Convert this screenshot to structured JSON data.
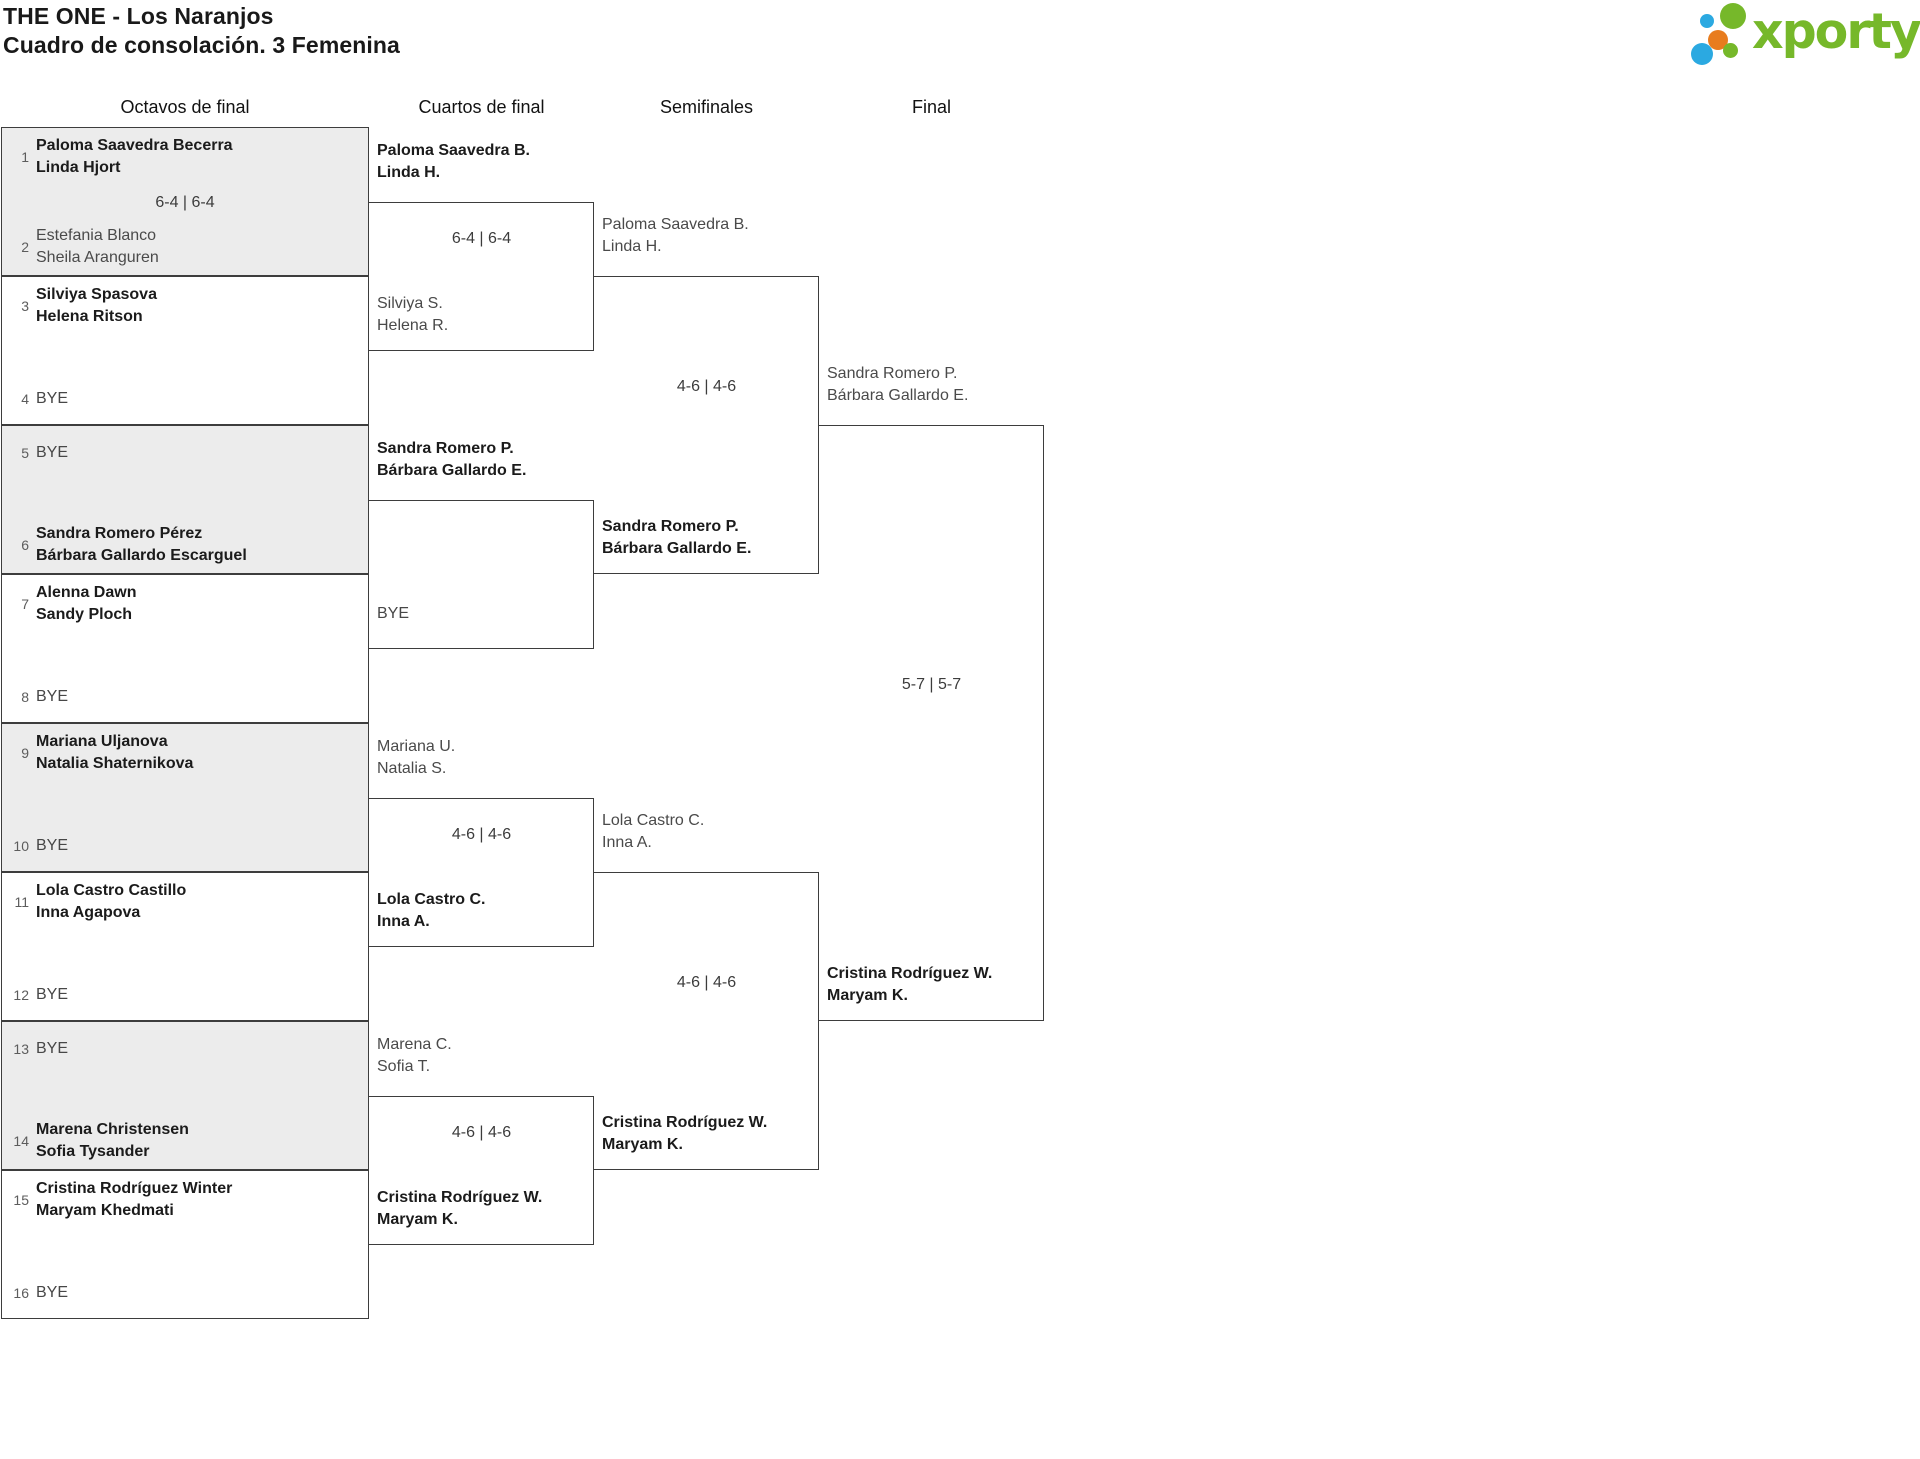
{
  "header": {
    "title_line1": "THE ONE - Los Naranjos",
    "title_line2": "Cuadro de consolación. 3 Femenina"
  },
  "logo": {
    "text": "xporty",
    "green": "#76b82a",
    "blue": "#2ba9e1",
    "orange": "#e87c1e"
  },
  "rounds": [
    {
      "label": "Octavos de final"
    },
    {
      "label": "Cuartos de final"
    },
    {
      "label": "Semifinales"
    },
    {
      "label": "Final"
    }
  ],
  "bracket": {
    "round16": [
      {
        "shaded": true,
        "score": "6-4 | 6-4",
        "slots": [
          {
            "seed": 1,
            "names": [
              "Paloma Saavedra Becerra",
              "Linda Hjort"
            ],
            "winner": true
          },
          {
            "seed": 2,
            "names": [
              "Estefania Blanco",
              "Sheila Aranguren"
            ],
            "winner": false
          }
        ]
      },
      {
        "shaded": false,
        "score": null,
        "slots": [
          {
            "seed": 3,
            "names": [
              "Silviya Spasova",
              "Helena Ritson"
            ],
            "winner": true
          },
          {
            "seed": 4,
            "bye": true,
            "label": "BYE"
          }
        ]
      },
      {
        "shaded": true,
        "score": null,
        "slots": [
          {
            "seed": 5,
            "bye": true,
            "label": "BYE"
          },
          {
            "seed": 6,
            "names": [
              "Sandra Romero Pérez",
              "Bárbara Gallardo Escarguel"
            ],
            "winner": true
          }
        ]
      },
      {
        "shaded": false,
        "score": null,
        "slots": [
          {
            "seed": 7,
            "names": [
              "Alenna Dawn",
              "Sandy Ploch"
            ],
            "winner": true
          },
          {
            "seed": 8,
            "bye": true,
            "label": "BYE"
          }
        ]
      },
      {
        "shaded": true,
        "score": null,
        "slots": [
          {
            "seed": 9,
            "names": [
              "Mariana Uljanova",
              "Natalia Shaternikova"
            ],
            "winner": true
          },
          {
            "seed": 10,
            "bye": true,
            "label": "BYE"
          }
        ]
      },
      {
        "shaded": false,
        "score": null,
        "slots": [
          {
            "seed": 11,
            "names": [
              "Lola Castro Castillo",
              "Inna Agapova"
            ],
            "winner": true
          },
          {
            "seed": 12,
            "bye": true,
            "label": "BYE"
          }
        ]
      },
      {
        "shaded": true,
        "score": null,
        "slots": [
          {
            "seed": 13,
            "bye": true,
            "label": "BYE"
          },
          {
            "seed": 14,
            "names": [
              "Marena Christensen",
              "Sofia Tysander"
            ],
            "winner": true
          }
        ]
      },
      {
        "shaded": false,
        "score": null,
        "slots": [
          {
            "seed": 15,
            "names": [
              "Cristina Rodríguez Winter",
              "Maryam Khedmati"
            ],
            "winner": true
          },
          {
            "seed": 16,
            "bye": true,
            "label": "BYE"
          }
        ]
      }
    ],
    "quarterfinals": [
      {
        "score": "6-4 | 6-4",
        "slots": [
          {
            "names": [
              "Paloma Saavedra B.",
              "Linda H."
            ],
            "winner": true
          },
          {
            "names": [
              "Silviya S.",
              "Helena R."
            ],
            "winner": false
          }
        ]
      },
      {
        "score": null,
        "slots": [
          {
            "names": [
              "Sandra Romero P.",
              "Bárbara Gallardo E."
            ],
            "winner": true
          },
          {
            "bye": true,
            "label": "BYE"
          }
        ]
      },
      {
        "score": "4-6 | 4-6",
        "slots": [
          {
            "names": [
              "Mariana U.",
              "Natalia S."
            ],
            "winner": false
          },
          {
            "names": [
              "Lola Castro C.",
              "Inna A."
            ],
            "winner": true
          }
        ]
      },
      {
        "score": "4-6 | 4-6",
        "slots": [
          {
            "names": [
              "Marena C.",
              "Sofia T."
            ],
            "winner": false
          },
          {
            "names": [
              "Cristina Rodríguez W.",
              "Maryam K."
            ],
            "winner": true
          }
        ]
      }
    ],
    "semifinals": [
      {
        "score": "4-6 | 4-6",
        "slots": [
          {
            "names": [
              "Paloma Saavedra B.",
              "Linda H."
            ],
            "winner": false
          },
          {
            "names": [
              "Sandra Romero P.",
              "Bárbara Gallardo E."
            ],
            "winner": true
          }
        ]
      },
      {
        "score": "4-6 | 4-6",
        "slots": [
          {
            "names": [
              "Lola Castro C.",
              "Inna A."
            ],
            "winner": false
          },
          {
            "names": [
              "Cristina Rodríguez W.",
              "Maryam K."
            ],
            "winner": true
          }
        ]
      }
    ],
    "final": [
      {
        "score": "5-7 | 5-7",
        "slots": [
          {
            "names": [
              "Sandra Romero P.",
              "Bárbara Gallardo E."
            ],
            "winner": false
          },
          {
            "names": [
              "Cristina Rodríguez W.",
              "Maryam K."
            ],
            "winner": true
          }
        ]
      }
    ]
  }
}
